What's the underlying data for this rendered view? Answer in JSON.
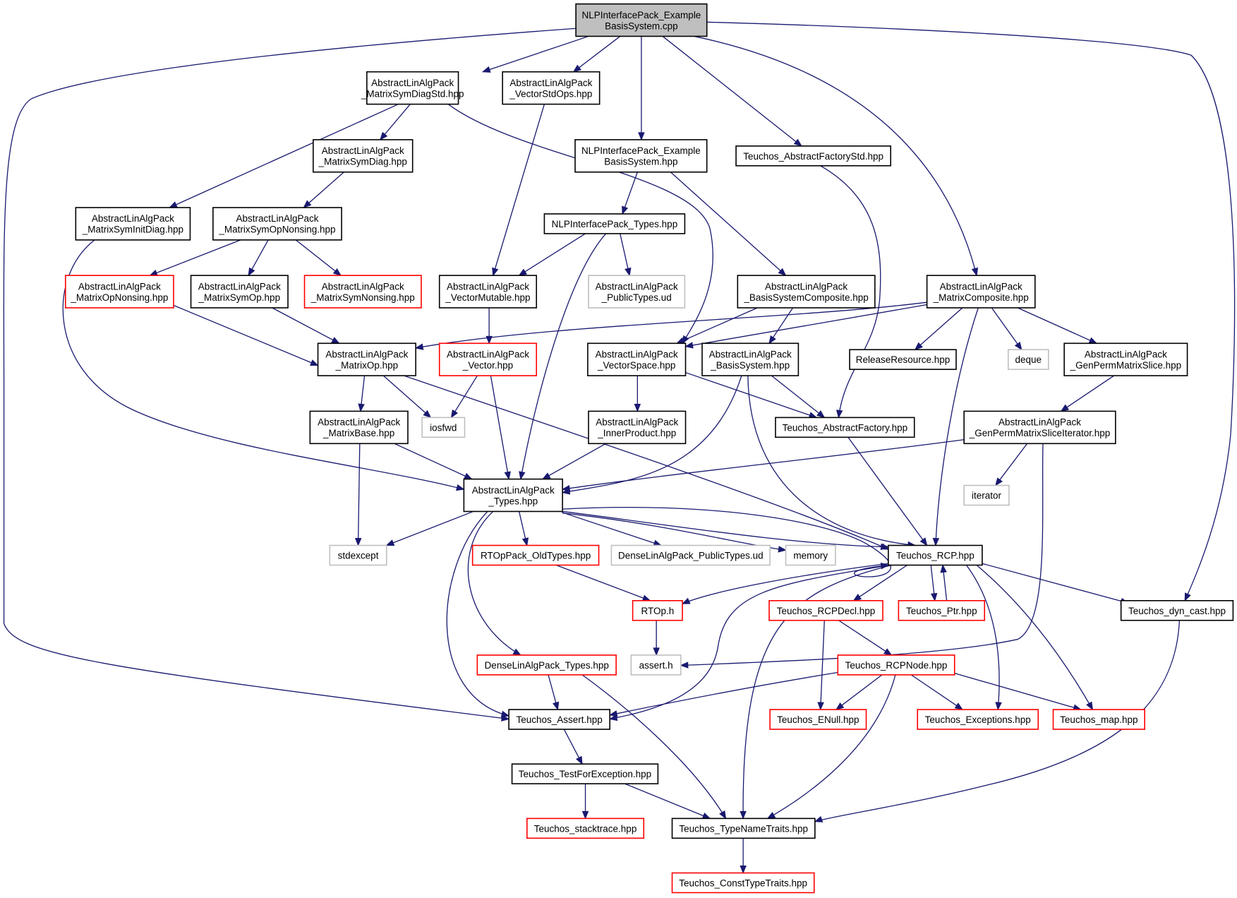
{
  "colors": {
    "edge": "#191970",
    "root_fill": "#bfbfbf",
    "normal_border": "#000000",
    "truncated_border": "#ff0000",
    "system_border": "#bfbfbf"
  },
  "nodes": [
    {
      "id": "root",
      "kind": "root",
      "lines": [
        "NLPInterfacePack_Example",
        "BasisSystem.cpp"
      ]
    },
    {
      "id": "msds",
      "kind": "normal",
      "lines": [
        "AbstractLinAlgPack",
        "_MatrixSymDiagStd.hpp"
      ]
    },
    {
      "id": "vso",
      "kind": "normal",
      "lines": [
        "AbstractLinAlgPack",
        "_VectorStdOps.hpp"
      ]
    },
    {
      "id": "nlpebs",
      "kind": "normal",
      "lines": [
        "NLPInterfacePack_Example",
        "BasisSystem.hpp"
      ]
    },
    {
      "id": "afs",
      "kind": "normal",
      "lines": [
        "Teuchos_AbstractFactoryStd.hpp"
      ]
    },
    {
      "id": "msd",
      "kind": "normal",
      "lines": [
        "AbstractLinAlgPack",
        "_MatrixSymDiag.hpp"
      ]
    },
    {
      "id": "msid",
      "kind": "normal",
      "lines": [
        "AbstractLinAlgPack",
        "_MatrixSymInitDiag.hpp"
      ]
    },
    {
      "id": "msopn",
      "kind": "normal",
      "lines": [
        "AbstractLinAlgPack",
        "_MatrixSymOpNonsing.hpp"
      ]
    },
    {
      "id": "nlpt",
      "kind": "normal",
      "lines": [
        "NLPInterfacePack_Types.hpp"
      ]
    },
    {
      "id": "mopn",
      "kind": "truncated",
      "lines": [
        "AbstractLinAlgPack",
        "_MatrixOpNonsing.hpp"
      ]
    },
    {
      "id": "mso",
      "kind": "normal",
      "lines": [
        "AbstractLinAlgPack",
        "_MatrixSymOp.hpp"
      ]
    },
    {
      "id": "msn",
      "kind": "truncated",
      "lines": [
        "AbstractLinAlgPack",
        "_MatrixSymNonsing.hpp"
      ]
    },
    {
      "id": "vm",
      "kind": "normal",
      "lines": [
        "AbstractLinAlgPack",
        "_VectorMutable.hpp"
      ]
    },
    {
      "id": "pt",
      "kind": "system",
      "lines": [
        "AbstractLinAlgPack",
        "_PublicTypes.ud"
      ]
    },
    {
      "id": "bsc",
      "kind": "normal",
      "lines": [
        "AbstractLinAlgPack",
        "_BasisSystemComposite.hpp"
      ]
    },
    {
      "id": "mc",
      "kind": "normal",
      "lines": [
        "AbstractLinAlgPack",
        "_MatrixComposite.hpp"
      ]
    },
    {
      "id": "mop",
      "kind": "normal",
      "lines": [
        "AbstractLinAlgPack",
        "_MatrixOp.hpp"
      ]
    },
    {
      "id": "vec",
      "kind": "truncated",
      "lines": [
        "AbstractLinAlgPack",
        "_Vector.hpp"
      ]
    },
    {
      "id": "vs",
      "kind": "normal",
      "lines": [
        "AbstractLinAlgPack",
        "_VectorSpace.hpp"
      ]
    },
    {
      "id": "bs",
      "kind": "normal",
      "lines": [
        "AbstractLinAlgPack",
        "_BasisSystem.hpp"
      ]
    },
    {
      "id": "rr",
      "kind": "normal",
      "lines": [
        "ReleaseResource.hpp"
      ]
    },
    {
      "id": "deque",
      "kind": "system",
      "lines": [
        "deque"
      ]
    },
    {
      "id": "gpms",
      "kind": "normal",
      "lines": [
        "AbstractLinAlgPack",
        "_GenPermMatrixSlice.hpp"
      ]
    },
    {
      "id": "mb",
      "kind": "normal",
      "lines": [
        "AbstractLinAlgPack",
        "_MatrixBase.hpp"
      ]
    },
    {
      "id": "iosfwd",
      "kind": "system",
      "lines": [
        "iosfwd"
      ]
    },
    {
      "id": "ip",
      "kind": "normal",
      "lines": [
        "AbstractLinAlgPack",
        "_InnerProduct.hpp"
      ]
    },
    {
      "id": "af",
      "kind": "normal",
      "lines": [
        "Teuchos_AbstractFactory.hpp"
      ]
    },
    {
      "id": "gpmsi",
      "kind": "normal",
      "lines": [
        "AbstractLinAlgPack",
        "_GenPermMatrixSliceIterator.hpp"
      ]
    },
    {
      "id": "types",
      "kind": "normal",
      "lines": [
        "AbstractLinAlgPack",
        "_Types.hpp"
      ]
    },
    {
      "id": "iterator",
      "kind": "system",
      "lines": [
        "iterator"
      ]
    },
    {
      "id": "stdexcept",
      "kind": "system",
      "lines": [
        "stdexcept"
      ]
    },
    {
      "id": "rtopold",
      "kind": "truncated",
      "lines": [
        "RTOpPack_OldTypes.hpp"
      ]
    },
    {
      "id": "dlpt",
      "kind": "system",
      "lines": [
        "DenseLinAlgPack_PublicTypes.ud"
      ]
    },
    {
      "id": "memory",
      "kind": "system",
      "lines": [
        "memory"
      ]
    },
    {
      "id": "rcp",
      "kind": "normal",
      "lines": [
        "Teuchos_RCP.hpp"
      ]
    },
    {
      "id": "rtop",
      "kind": "truncated",
      "lines": [
        "RTOp.h"
      ]
    },
    {
      "id": "rcpdecl",
      "kind": "truncated",
      "lines": [
        "Teuchos_RCPDecl.hpp"
      ]
    },
    {
      "id": "ptr",
      "kind": "truncated",
      "lines": [
        "Teuchos_Ptr.hpp"
      ]
    },
    {
      "id": "dyncast",
      "kind": "normal",
      "lines": [
        "Teuchos_dyn_cast.hpp"
      ]
    },
    {
      "id": "dlat",
      "kind": "truncated",
      "lines": [
        "DenseLinAlgPack_Types.hpp"
      ]
    },
    {
      "id": "asserth",
      "kind": "system",
      "lines": [
        "assert.h"
      ]
    },
    {
      "id": "rcpnode",
      "kind": "truncated",
      "lines": [
        "Teuchos_RCPNode.hpp"
      ]
    },
    {
      "id": "tassert",
      "kind": "normal",
      "lines": [
        "Teuchos_Assert.hpp"
      ]
    },
    {
      "id": "enull",
      "kind": "truncated",
      "lines": [
        "Teuchos_ENull.hpp"
      ]
    },
    {
      "id": "exc",
      "kind": "truncated",
      "lines": [
        "Teuchos_Exceptions.hpp"
      ]
    },
    {
      "id": "map",
      "kind": "truncated",
      "lines": [
        "Teuchos_map.hpp"
      ]
    },
    {
      "id": "tfe",
      "kind": "normal",
      "lines": [
        "Teuchos_TestForException.hpp"
      ]
    },
    {
      "id": "st",
      "kind": "truncated",
      "lines": [
        "Teuchos_stacktrace.hpp"
      ]
    },
    {
      "id": "tnt",
      "kind": "normal",
      "lines": [
        "Teuchos_TypeNameTraits.hpp"
      ]
    },
    {
      "id": "ctt",
      "kind": "truncated",
      "lines": [
        "Teuchos_ConstTypeTraits.hpp"
      ]
    }
  ]
}
